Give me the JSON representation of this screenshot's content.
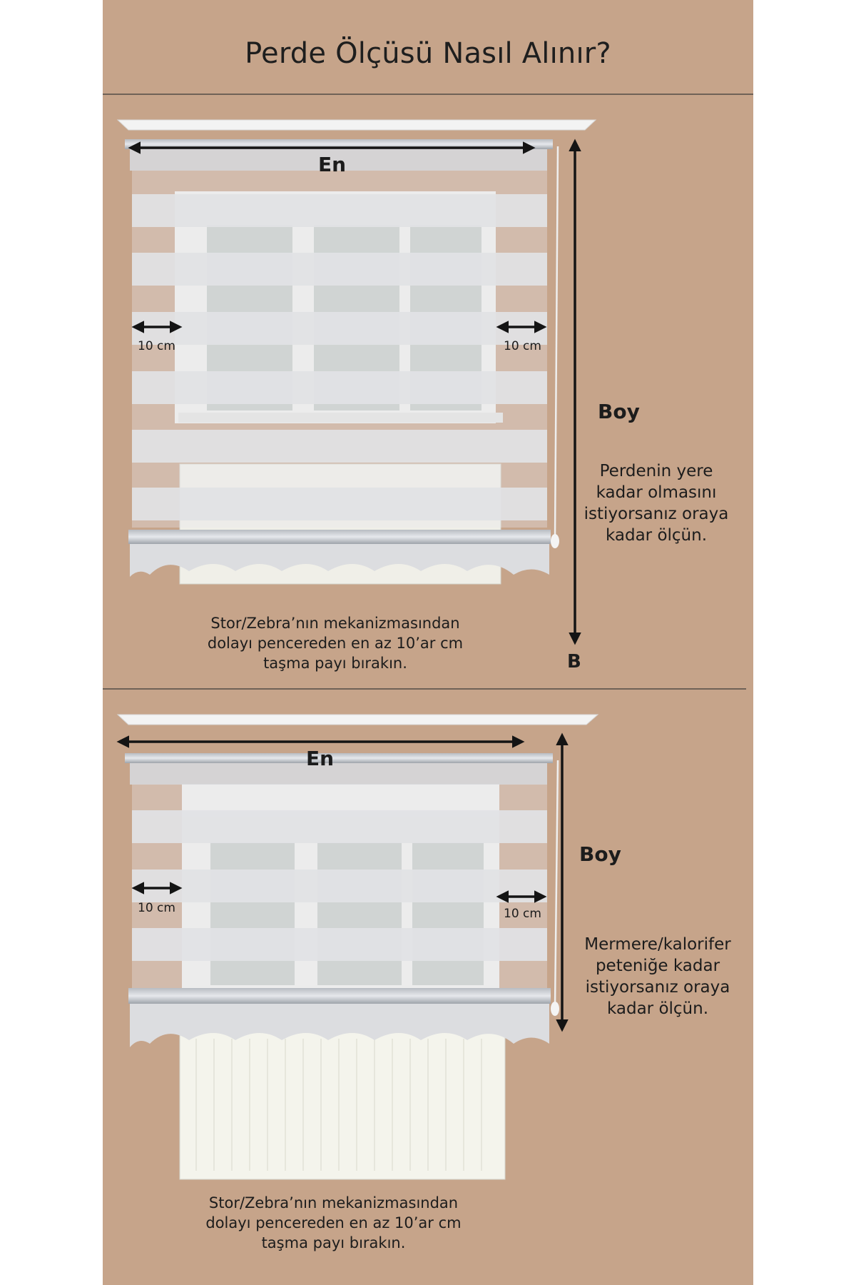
{
  "title": "Perde Ölçüsü Nasıl Alınır?",
  "colors": {
    "background": "#c6a48a",
    "blind": "#dcdcde",
    "arrow": "#141414",
    "window_glass": "#c3cac6",
    "radiator": "#f4f4ec"
  },
  "sections": [
    {
      "width_label": "En",
      "left_margin_label": "10 cm",
      "right_margin_label": "10 cm",
      "height_label": "Boy",
      "height_end_label": "B",
      "side_note": [
        "Perdenin yere",
        "kadar olmasını",
        "istiyorsanız oraya",
        "kadar ölçün."
      ],
      "bottom_note": [
        "Stor/Zebra’nın mekanizmasından",
        "dolayı pencereden en az 10’ar cm",
        "taşma payı bırakın."
      ]
    },
    {
      "width_label": "En",
      "left_margin_label": "10 cm",
      "right_margin_label": "10 cm",
      "height_label": "Boy",
      "side_note": [
        "Mermere/kalorifer",
        "peteniğe kadar",
        "istiyorsanız oraya",
        "kadar ölçün."
      ],
      "bottom_note": [
        "Stor/Zebra’nın mekanizmasından",
        "dolayı pencereden en az 10’ar cm",
        "taşma payı bırakın."
      ]
    }
  ]
}
